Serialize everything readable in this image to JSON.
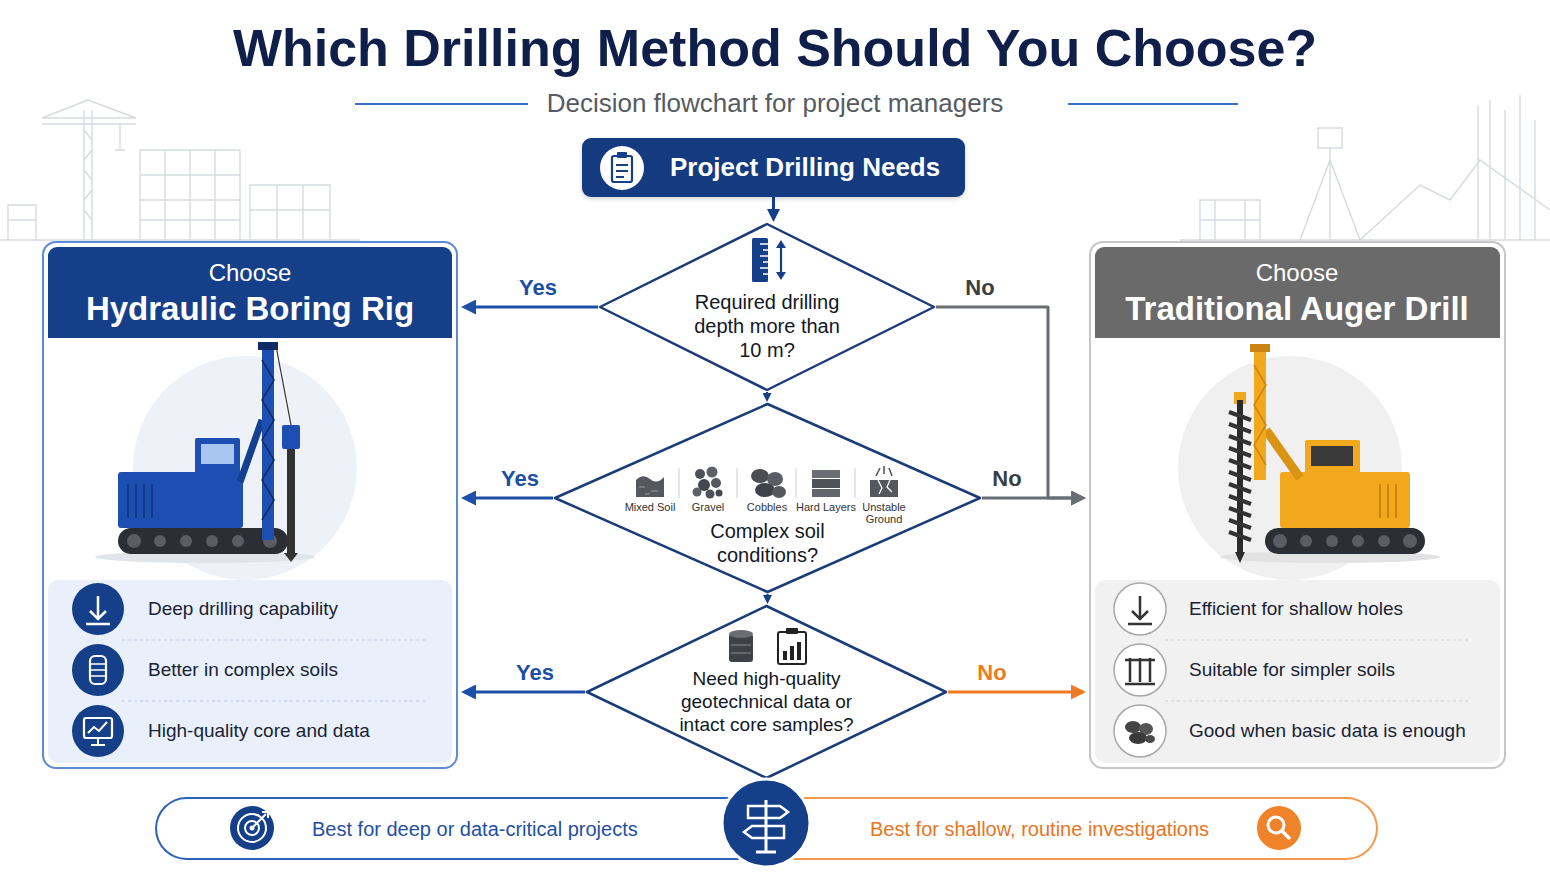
{
  "diagram": {
    "title": "Which Drilling Method Should You Choose?",
    "nodes": [
      {
        "text": [
          "Project Drilling Needs"
        ]
      },
      {
        "text": [
          "Choose",
          "Hydraulic Boring Rig",
          "Deep drilling capability",
          "Better in complex soils",
          "High-quality core and data"
        ]
      },
      {
        "text": [
          "Required drilling depth more than 10 m?"
        ]
      },
      {
        "text": [
          "Choose",
          "Traditional Auger Drill",
          "Efficient for shallow holes",
          "Suitable for simpler soils",
          "Good when basic data is enough"
        ]
      },
      {
        "text": [
          "Mixed Soil",
          "Gravel",
          "Cobbles",
          "Hard Layers",
          "Unstable Ground",
          "Complex soil conditions?"
        ]
      },
      {
        "text": [
          "Need high-quality geotechnical data or intact core samples?"
        ]
      },
      {
        "text": [
          "Best for deep or data-critical projects"
        ]
      },
      {
        "text": [
          "Best for shallow, routine investigations"
        ]
      }
    ],
    "edges": [
      {
        "from": 0,
        "to": 2,
        "arrow": "to"
      },
      {
        "from": 2,
        "to": 1,
        "label": "Yes",
        "arrow": "to"
      },
      {
        "from": 2,
        "to": 3,
        "label": "No",
        "arrow": "to"
      },
      {
        "from": 2,
        "to": 4,
        "arrow": "to"
      },
      {
        "from": 4,
        "to": 1,
        "label": "Yes",
        "arrow": "to"
      },
      {
        "from": 4,
        "to": 3,
        "label": "No",
        "arrow": "to"
      },
      {
        "from": 4,
        "to": 5,
        "arrow": "to"
      },
      {
        "from": 5,
        "to": 1,
        "label": "Yes",
        "arrow": "to"
      },
      {
        "from": 5,
        "to": 3,
        "label": "No",
        "arrow": "to"
      }
    ],
    "labels": [
      "Decision flowchart for project managers"
    ]
  }
}
